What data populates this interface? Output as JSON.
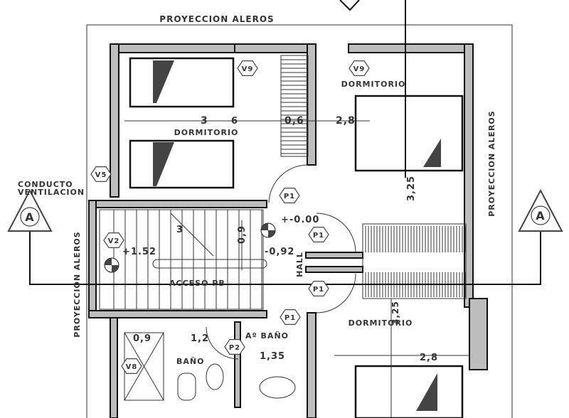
{
  "eaves": {
    "top": "PROYECCION ALEROS",
    "left": "PROYECCION ALEROS",
    "right": "PROYECCION ALEROS"
  },
  "rooms": {
    "bedroom_left": "DORMITORIO",
    "bedroom_right_top": "DORMITORIO",
    "bedroom_right_bottom": "DORMITORIO",
    "hall": "HALL",
    "access": "ACCESO PB",
    "bath": "BAÑO",
    "bath_aux": "Aº BAÑO"
  },
  "duct": {
    "line1": "CONDUCTO",
    "line2": "VENTILACION"
  },
  "section_markers": {
    "left": "A",
    "right": "A"
  },
  "tags": {
    "v9_left": "V9",
    "v9_right": "V9",
    "v5": "V5",
    "v2": "V2",
    "v8": "V8",
    "p1_a": "P1",
    "p1_b": "P1",
    "p1_c": "P1",
    "p1_d": "P1",
    "p2": "P2"
  },
  "levels": {
    "hall": "+-0.00",
    "stair": "+1.52",
    "landing": "-0,92"
  },
  "dimensions": {
    "d3": "3",
    "d6": "6",
    "d06": "0,6",
    "d28_top": "2,8",
    "d325_top": "3,25",
    "d09_vert": "0,9",
    "d3_stair": "3",
    "d09_shower": "0,9",
    "d12": "1,2",
    "d135": "1,35",
    "d28_bottom": "2,8",
    "d325_bottom": "3,25"
  }
}
